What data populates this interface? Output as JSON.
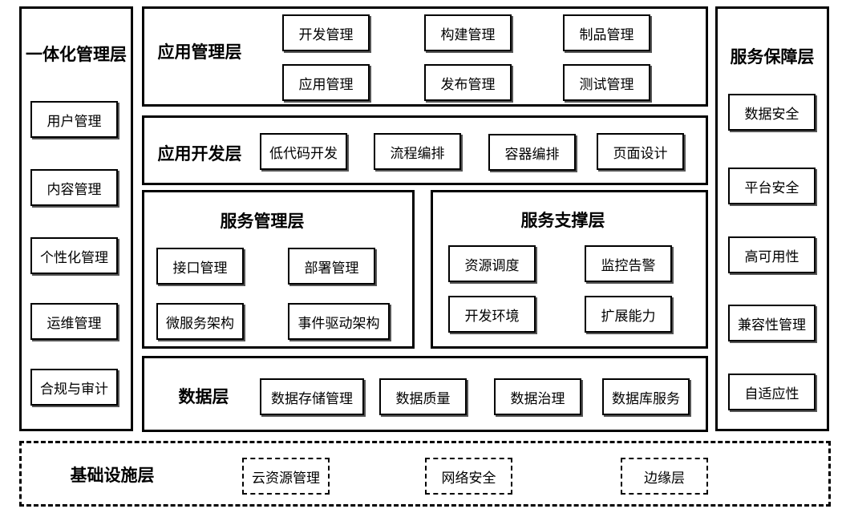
{
  "integrated_layer": {
    "title": "一体化管理层",
    "items": [
      "用户管理",
      "内容管理",
      "个性化管理",
      "运维管理",
      "合规与审计"
    ]
  },
  "app_mgmt_layer": {
    "title": "应用管理层",
    "items": [
      "开发管理",
      "构建管理",
      "制品管理",
      "应用管理",
      "发布管理",
      "测试管理"
    ]
  },
  "app_dev_layer": {
    "title": "应用开发层",
    "items": [
      "低代码开发",
      "流程编排",
      "容器编排",
      "页面设计"
    ]
  },
  "service_mgmt_layer": {
    "title": "服务管理层",
    "items": [
      "接口管理",
      "部署管理",
      "微服务架构",
      "事件驱动架构"
    ]
  },
  "service_support_layer": {
    "title": "服务支撑层",
    "items": [
      "资源调度",
      "监控告警",
      "开发环境",
      "扩展能力"
    ]
  },
  "data_layer": {
    "title": "数据层",
    "items": [
      "数据存储管理",
      "数据质量",
      "数据治理",
      "数据库服务"
    ]
  },
  "service_guarantee_layer": {
    "title": "服务保障层",
    "items": [
      "数据安全",
      "平台安全",
      "高可用性",
      "兼容性管理",
      "自适应性"
    ]
  },
  "infrastructure_layer": {
    "title": "基础设施层",
    "items": [
      "云资源管理",
      "网络安全",
      "边缘层"
    ]
  }
}
